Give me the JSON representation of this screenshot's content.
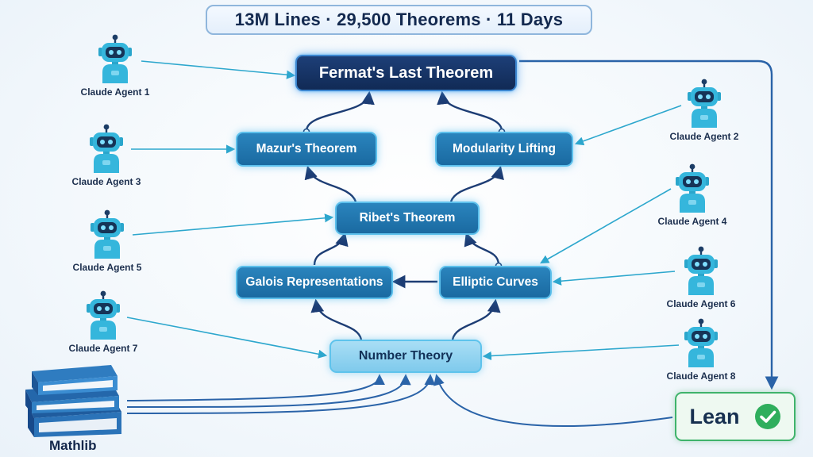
{
  "banner": {
    "text": "13M Lines · 29,500 Theorems · 11 Days"
  },
  "theorems": {
    "fermat": "Fermat's Last Theorem",
    "mazur": "Mazur's Theorem",
    "modularity": "Modularity Lifting",
    "ribet": "Ribet's Theorem",
    "galois": "Galois Representations",
    "elliptic": "Elliptic Curves",
    "number_theory": "Number Theory"
  },
  "agents": [
    {
      "label": "Claude Agent 1"
    },
    {
      "label": "Claude Agent 2"
    },
    {
      "label": "Claude Agent 3"
    },
    {
      "label": "Claude Agent 4"
    },
    {
      "label": "Claude Agent 5"
    },
    {
      "label": "Claude Agent 6"
    },
    {
      "label": "Claude Agent 7"
    },
    {
      "label": "Claude Agent 8"
    }
  ],
  "library": {
    "label": "Mathlib",
    "icon": "books-icon"
  },
  "verifier": {
    "label": "Lean",
    "icon": "check-circle-icon"
  },
  "colors": {
    "navy": "#152e5c",
    "teal": "#2aa6cc",
    "node_blue": "#1f74ac",
    "light_node": "#8fd3f0",
    "check_green": "#2fae5d"
  }
}
